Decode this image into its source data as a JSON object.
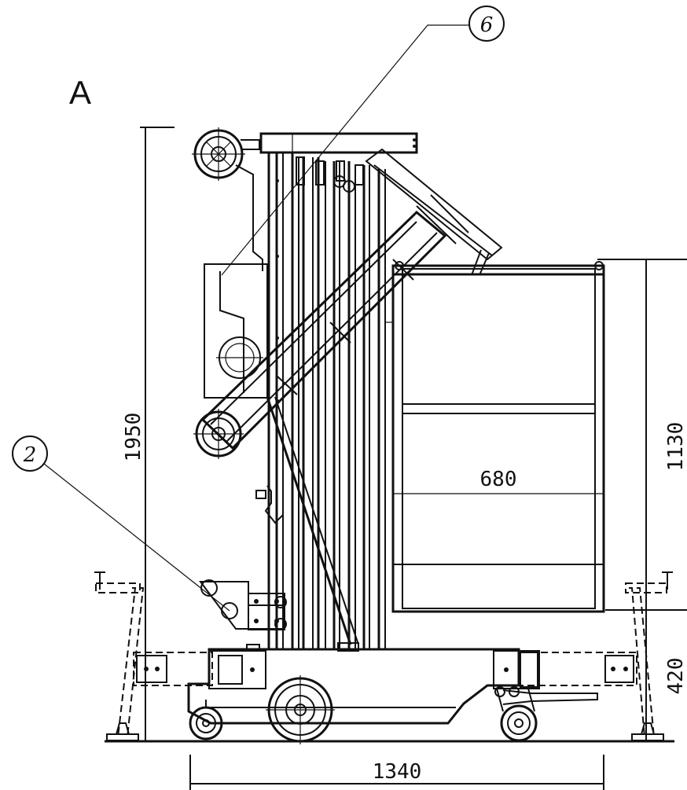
{
  "view_label": "A",
  "callouts": {
    "top": "6",
    "left": "2"
  },
  "dimensions": {
    "total_height": "1950",
    "platform_height": "1130",
    "platform_width": "680",
    "base_height": "420",
    "base_length": "1340"
  }
}
